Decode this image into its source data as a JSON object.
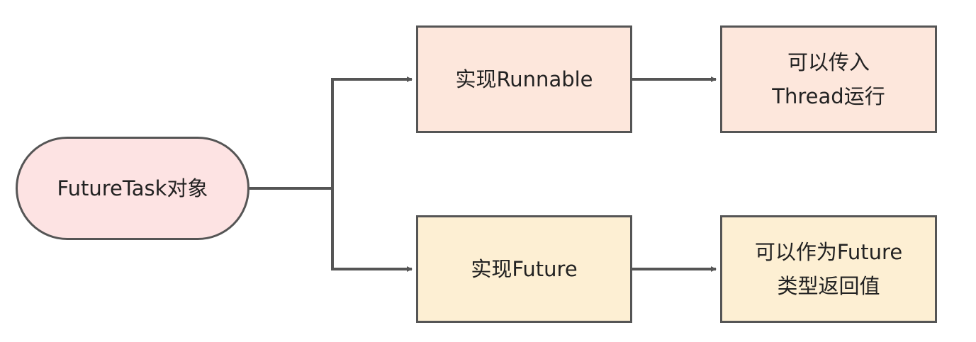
{
  "nodes": {
    "root": {
      "label": "FutureTask对象"
    },
    "runnable": {
      "label": "实现Runnable"
    },
    "future": {
      "label": "实现Future"
    },
    "thread": {
      "lines": [
        "可以传入",
        "Thread运行"
      ]
    },
    "future_return": {
      "lines": [
        "可以作为Future",
        "类型返回值"
      ]
    }
  },
  "colors": {
    "root_fill": "#fde3e3",
    "runnable_branch_fill": "#fde7dc",
    "future_branch_fill": "#fdefd3",
    "stroke": "#555555"
  },
  "edges": [
    {
      "from": "root",
      "to": "runnable"
    },
    {
      "from": "root",
      "to": "future"
    },
    {
      "from": "runnable",
      "to": "thread"
    },
    {
      "from": "future",
      "to": "future_return"
    }
  ]
}
